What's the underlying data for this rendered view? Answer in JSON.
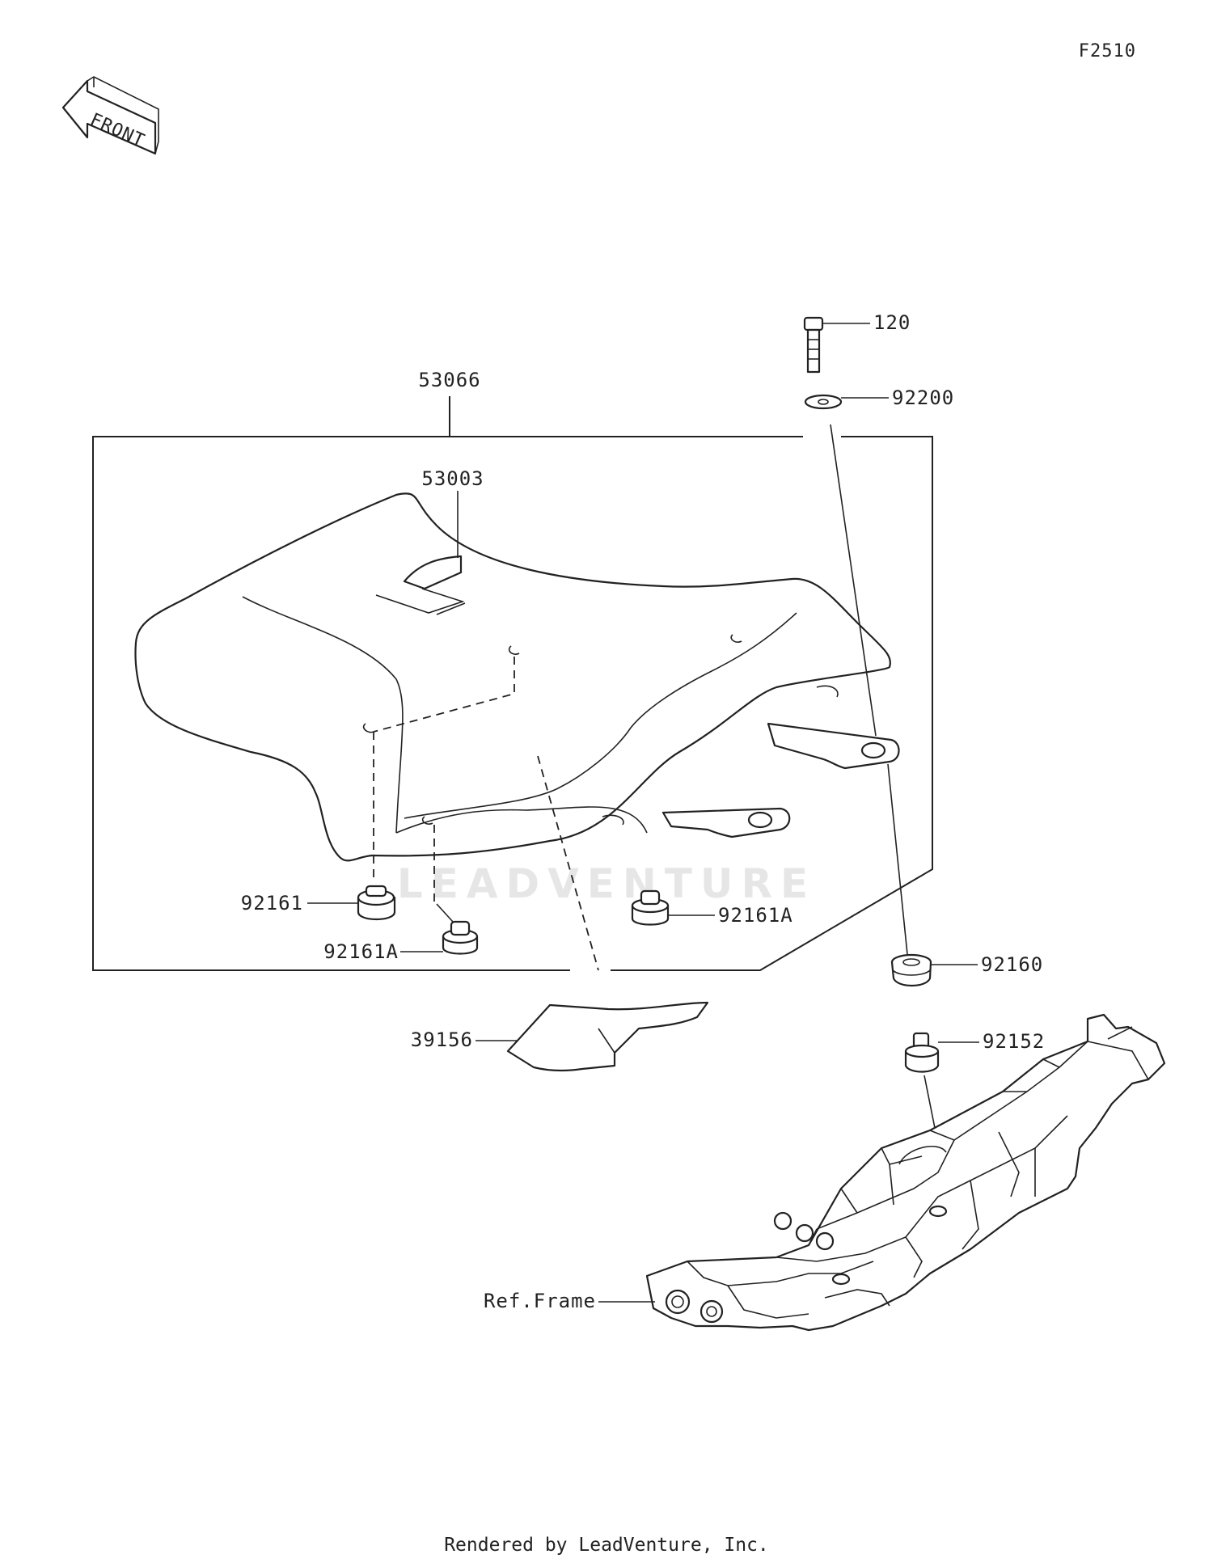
{
  "diagram_code": "F2510",
  "front_label": "FRONT",
  "callouts": {
    "assembly_seat": "53066",
    "seat_strap": "53003",
    "bolt": "120",
    "washer": "92200",
    "cushion_rear": "92161",
    "cushion_left": "92161A",
    "cushion_center": "92161A",
    "grommet": "92160",
    "collar": "92152",
    "mat": "39156",
    "frame_ref": "Ref.Frame"
  },
  "watermark": "LEADVENTURE",
  "footer": "Rendered by LeadVenture, Inc."
}
